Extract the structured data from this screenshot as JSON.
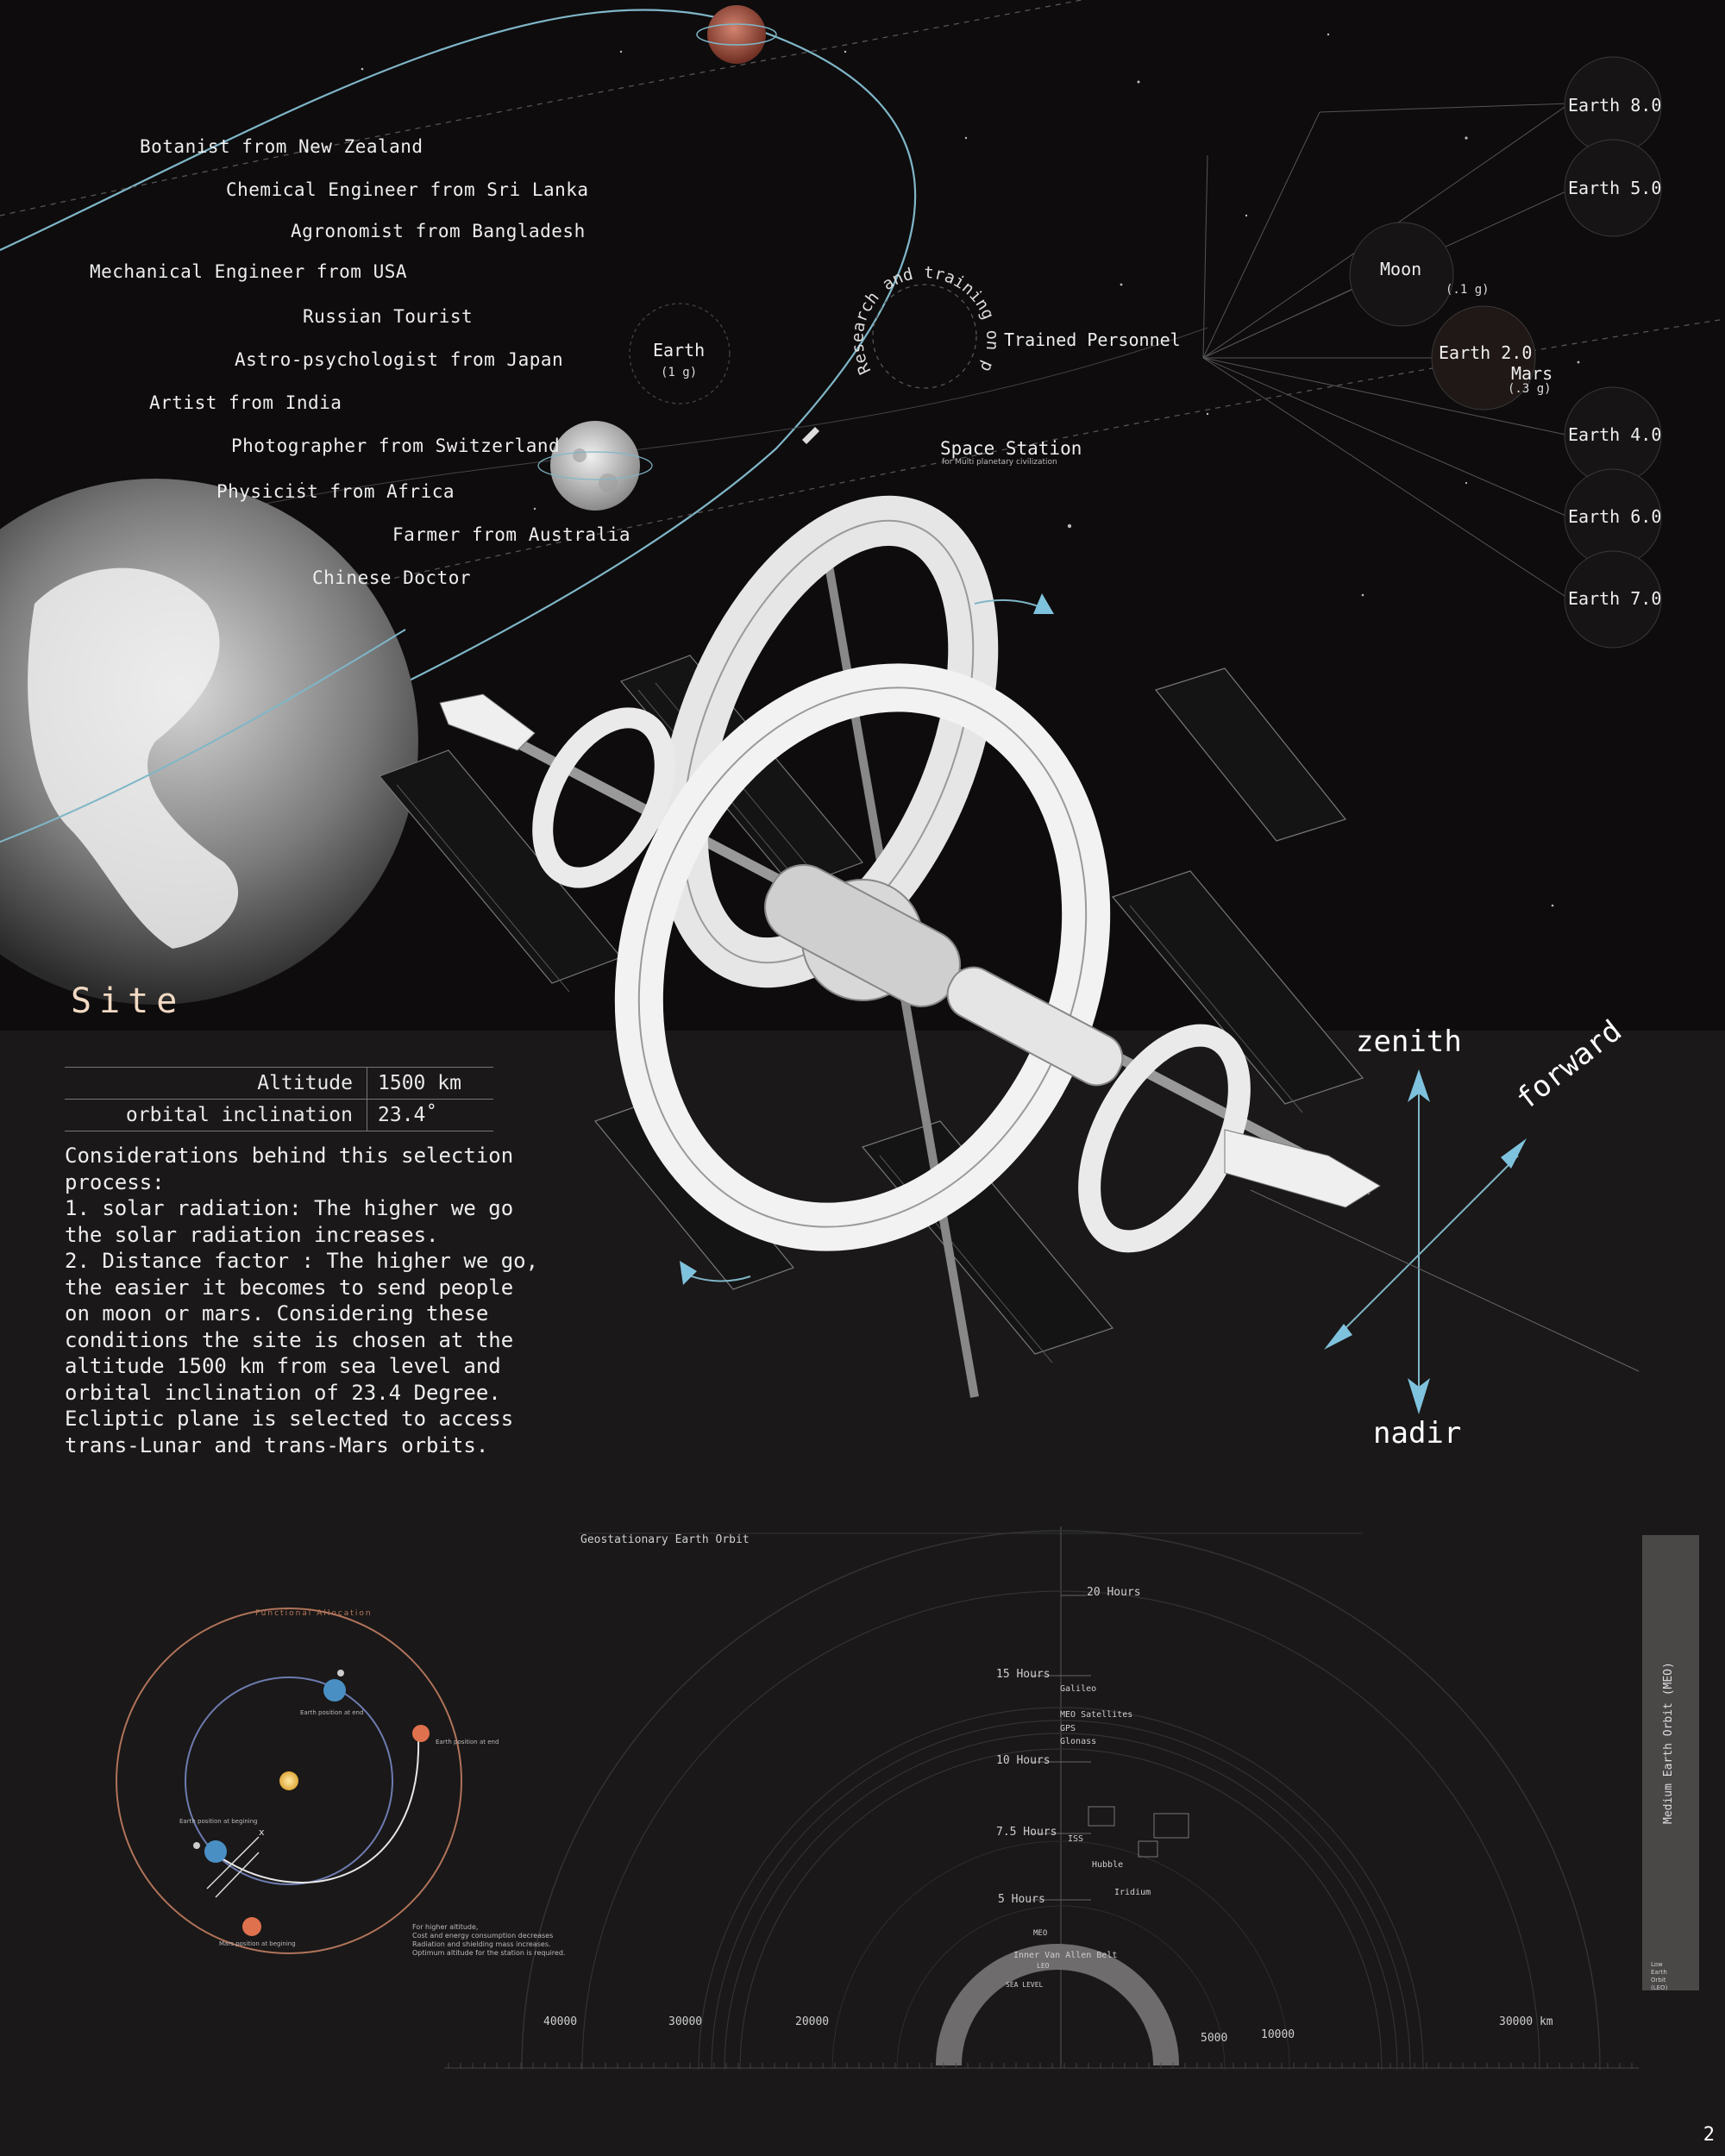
{
  "crew": [
    "Botanist from New Zealand",
    "Chemical Engineer from Sri Lanka",
    "Agronomist from Bangladesh",
    "Mechanical Engineer from USA",
    "Russian Tourist",
    "Astro-psychologist from Japan",
    "Artist from India",
    "Photographer from Switzerland",
    "Physicist from Africa",
    "Farmer from Australia",
    "Chinese Doctor"
  ],
  "earth_node": {
    "label": "Earth",
    "gravity": "(1 g)"
  },
  "training": {
    "arc_text": "Research and training on partial gravity",
    "personnel": "Trained Personnel"
  },
  "station": {
    "title": "Space Station",
    "subtitle": "for Multi planetary civilization"
  },
  "destinations": {
    "earth8": "Earth 8.0",
    "earth5": "Earth 5.0",
    "moon": "Moon",
    "moon_g": "(.1 g)",
    "earth2": "Earth 2.0",
    "mars": "Mars",
    "mars_g": "(.3 g)",
    "earth4": "Earth 4.0",
    "earth6": "Earth 6.0",
    "earth7": "Earth 7.0"
  },
  "site": {
    "title": "Site",
    "rows": [
      {
        "key": "Altitude",
        "value": "1500 km"
      },
      {
        "key": "orbital inclination",
        "value": "23.4˚"
      }
    ],
    "considerations": [
      "Considerations behind this selection process:",
      "1. solar radiation: The higher we go the solar radiation increases.",
      "2. Distance factor : The higher we go, the easier it becomes to send people on moon or mars. Considering these conditions the site is chosen at the altitude 1500 km from sea level and orbital inclination of 23.4 Degree. Ecliptic plane is selected to access trans-Lunar and trans-Mars orbits."
    ]
  },
  "directions": {
    "zenith": "zenith",
    "forward": "forward",
    "nadir": "nadir"
  },
  "functional": {
    "title": "Functional Allocation",
    "earth_end": "Earth position at end",
    "mars_end": "Earth position at end",
    "earth_begin": "Earth position at begining",
    "mars_begin": "Mars position at begining",
    "x_label": "x",
    "note": [
      "For higher altitude,",
      "Cost and energy consumption decreases",
      "Radiation and shielding mass increases.",
      "Optimum altitude for the station is required."
    ]
  },
  "orbit_chart": {
    "geo": "Geostationary Earth Orbit",
    "hours": [
      "20 Hours",
      "15 Hours",
      "10 Hours",
      "7.5 Hours",
      "5 Hours"
    ],
    "meo_items": [
      "Galileo",
      "MEO Satellites",
      "GPS",
      "Glonass"
    ],
    "leo_items": [
      "ISS",
      "Hubble",
      "Iridium"
    ],
    "meo": "MEO",
    "belt": "Inner Van Allen Belt",
    "leo": "LEO",
    "sea": "SEA LEVEL",
    "left_ticks": [
      "40000",
      "30000",
      "20000"
    ],
    "right_ticks": [
      "5000",
      "10000",
      "30000 km"
    ],
    "meo_bar": "Medium Earth Orbit (MEO)",
    "leo_bar": [
      "Low",
      "Earth",
      "Orbit",
      "(LEO)"
    ]
  },
  "page_number": "2"
}
